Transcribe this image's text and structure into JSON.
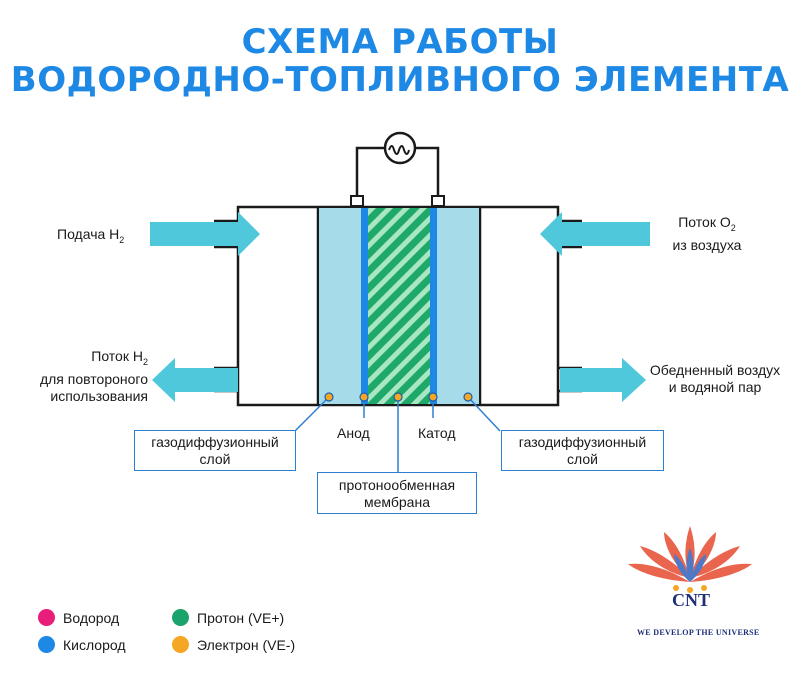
{
  "title": {
    "line1": "СХЕМА РАБОТЫ",
    "line2": "ВОДОРОДНО-ТОПЛИВНОГО ЭЛЕМЕНТА"
  },
  "left": {
    "supply_h2": "Подача H",
    "supply_h2_sub": "2",
    "return_h2_line1": "Поток H",
    "return_h2_sub": "2",
    "return_h2_line2": "для повтороного",
    "return_h2_line3": "использования"
  },
  "right": {
    "flow_o2_line1": "Поток O",
    "flow_o2_sub": "2",
    "flow_o2_line2": "из воздуха",
    "exhaust_line1": "Обедненный воздух",
    "exhaust_line2": "и водяной пар"
  },
  "labels": {
    "gdl_left_line1": "газодиффузионный",
    "gdl_left_line2": "слой",
    "anode": "Анод",
    "cathode": "Катод",
    "gdl_right_line1": "газодиффузионный",
    "gdl_right_line2": "слой",
    "membrane_line1": "протонообменная",
    "membrane_line2": "мембрана"
  },
  "legend": [
    {
      "label": "Водород",
      "color": "#e91e7a"
    },
    {
      "label": "Протон (VE+)",
      "color": "#1aa36a"
    },
    {
      "label": "Кислород",
      "color": "#1e88e5"
    },
    {
      "label": "Электрон (VE-)",
      "color": "#f5a623"
    }
  ],
  "logo": {
    "name": "CNT",
    "slogan": "WE DEVELOP THE UNIVERSE"
  },
  "colors": {
    "accent": "#1e88e5",
    "arrow": "#4fc8dc",
    "gdl": "#a6dbe9",
    "electrode": "#1e88e5",
    "membrane": "#1ea86a"
  }
}
